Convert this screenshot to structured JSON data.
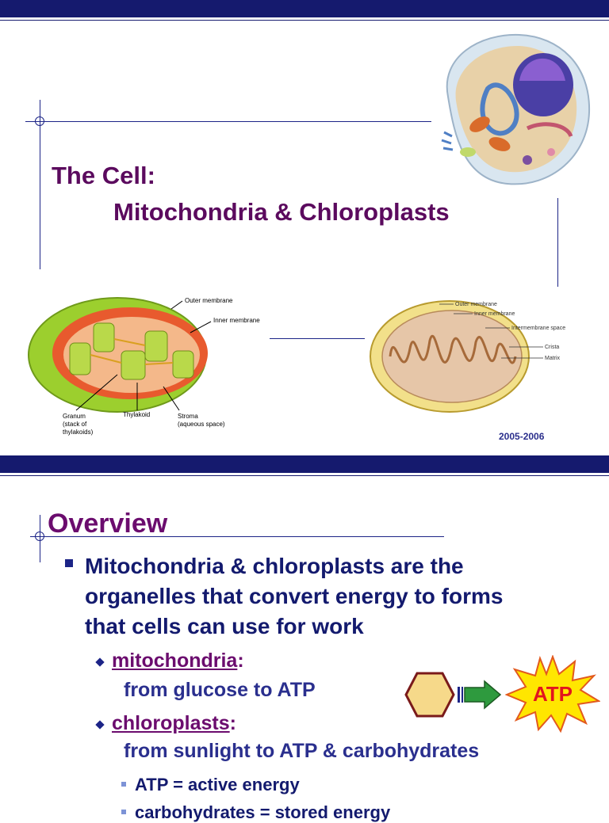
{
  "slide1": {
    "title_line1": "The Cell:",
    "title_line2": "Mitochondria & Chloroplasts",
    "year": "2005-2006",
    "chloroplast_labels": {
      "outer": "Outer membrane",
      "inner": "Inner membrane",
      "granum": "Granum (stack of thylakoids)",
      "granum_l1": "Granum",
      "granum_l2": "(stack of",
      "granum_l3": "thylakoids)",
      "thylakoid": "Thylakoid",
      "stroma_l1": "Stroma",
      "stroma_l2": "(aqueous space)"
    },
    "mito_labels": {
      "outer": "Outer membrane",
      "inner": "Inner membrane",
      "intermembrane": "Intermembrane space",
      "crista": "Crista",
      "matrix": "Matrix"
    }
  },
  "slide2": {
    "heading": "Overview",
    "bullet_line1": "Mitochondria & chloroplasts are the",
    "bullet_line2": "organelles that convert energy to forms",
    "bullet_line3": "that cells can use for work",
    "sub1_term": "mitochondria",
    "sub1_colon": ":",
    "sub1_desc": "from glucose to ATP",
    "sub2_term": "chloroplasts",
    "sub2_colon": ":",
    "sub2_desc": "from sunlight to ATP & carbohydrates",
    "sub3_1": "ATP = active energy",
    "sub3_2": "carbohydrates = stored energy",
    "atp_label": "ATP"
  },
  "colors": {
    "band": "#151a6e",
    "title": "#5b0a5e",
    "body": "#131a6e"
  }
}
